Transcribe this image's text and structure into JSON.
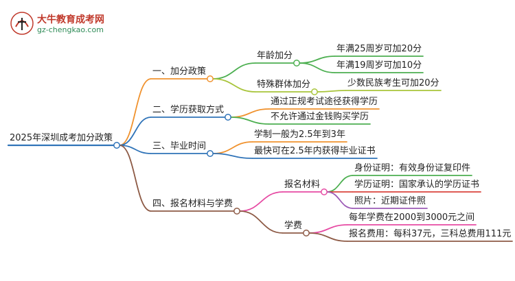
{
  "brand": {
    "title": "大牛教育成考网",
    "url": "gz-chengkao.com",
    "mark_text": "大牛"
  },
  "root": {
    "label": "2025年深圳成考加分政策"
  },
  "branches": [
    {
      "label": "一、加分政策",
      "color": "#f0922e",
      "children": [
        {
          "label": "年龄加分",
          "color": "#4caf50",
          "children": [
            {
              "label": "年满25周岁可加20分",
              "color": "#4caf50"
            },
            {
              "label": "年满19周岁可加10分",
              "color": "#4caf50"
            }
          ]
        },
        {
          "label": "特殊群体加分",
          "color": "#a8c43a",
          "children": [
            {
              "label": "少数民族考生可加20分",
              "color": "#a8c43a"
            }
          ]
        }
      ]
    },
    {
      "label": "二、学历获取方式",
      "color": "#2f73b8",
      "children": [
        {
          "label": "通过正规考试途径获得学历",
          "color": "#f0922e"
        },
        {
          "label": "不允许通过金钱购买学历",
          "color": "#4caf50"
        }
      ]
    },
    {
      "label": "三、毕业时间",
      "color": "#2f73b8",
      "children": [
        {
          "label": "学制一般为2.5年到3年",
          "color": "#f0922e"
        },
        {
          "label": "最快可在2.5年内获得毕业证书",
          "color": "#2f73b8"
        }
      ]
    },
    {
      "label": "四、报名材料与学费",
      "color": "#8d5a45",
      "children": [
        {
          "label": "报名材料",
          "color": "#e64aa3",
          "children": [
            {
              "label": "身份证明：有效身份证复印件",
              "color": "#4caf50"
            },
            {
              "label": "学历证明：国家承认的学历证书",
              "color": "#d9443c"
            },
            {
              "label": "照片：近期证件照",
              "color": "#9b59b6"
            }
          ]
        },
        {
          "label": "学费",
          "color": "#8d5a45",
          "children": [
            {
              "label": "每年学费在2000到3000元之间",
              "color": "#e64aa3"
            },
            {
              "label": "报名费用：每科37元，三科总费用111元",
              "color": "#8d5a45"
            }
          ]
        }
      ]
    }
  ]
}
